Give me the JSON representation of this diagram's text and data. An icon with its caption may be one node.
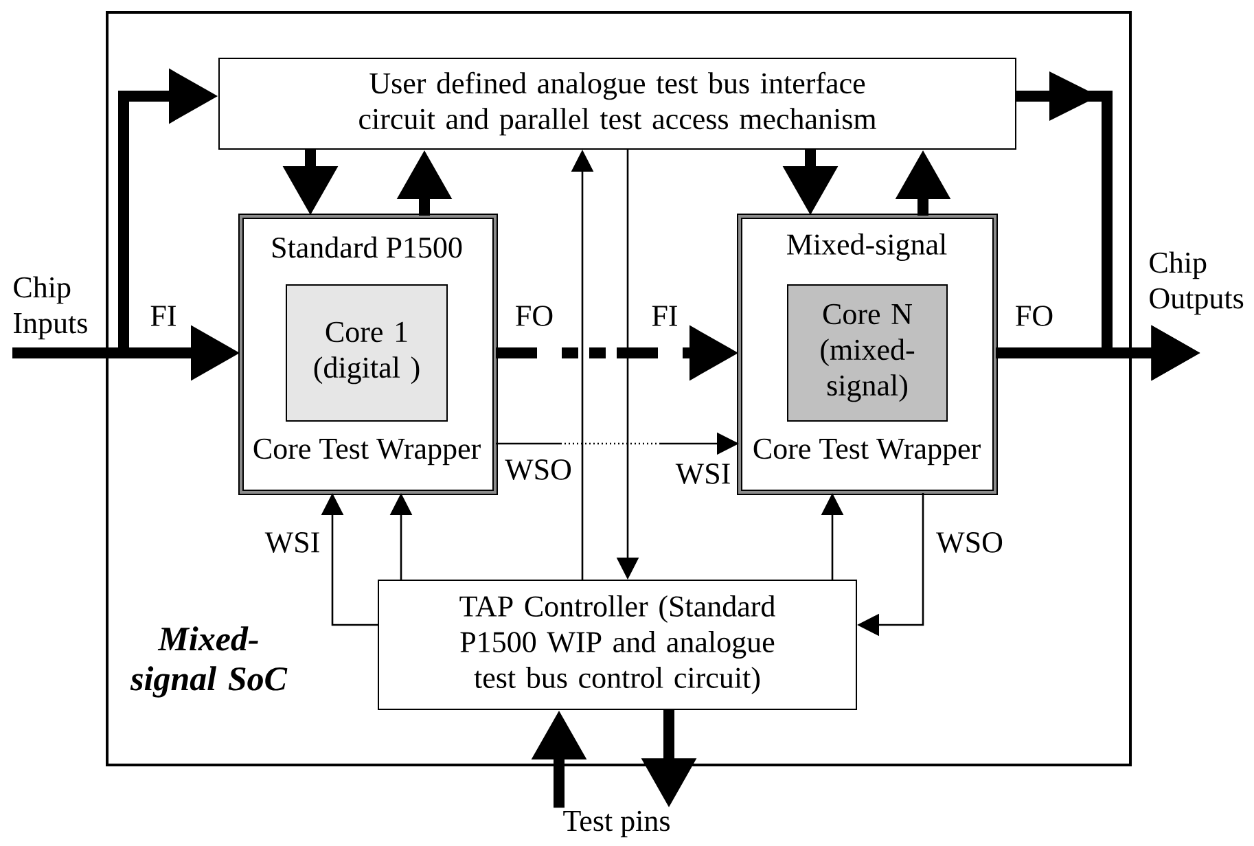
{
  "diagram": {
    "nodes": [
      {
        "text": [
          "Mixed-signal SoC"
        ]
      },
      {
        "text": [
          "User defined analogue test bus interface circuit and parallel test access mechanism"
        ],
        "in": 0
      },
      {
        "text": [
          "Standard P1500",
          "Core Test Wrapper"
        ],
        "in": 0
      },
      {
        "text": [
          "Core 1 (digital )"
        ],
        "in": 2
      },
      {
        "text": [
          "Mixed-signal",
          "Core Test Wrapper"
        ],
        "in": 0
      },
      {
        "text": [
          "Core N (mixed-signal)"
        ],
        "in": 4
      },
      {
        "text": [
          "TAP Controller (Standard P1500 WIP and analogue test bus control circuit)"
        ],
        "in": 0
      },
      {
        "text": [
          "Chip Inputs"
        ]
      },
      {
        "text": [
          "Chip Outputs"
        ]
      },
      {
        "text": [
          "Test pins"
        ]
      }
    ],
    "edges": [
      {
        "from": 7,
        "to": 2,
        "arrow": "to",
        "label": "FI"
      },
      {
        "from": 7,
        "to": 1,
        "arrow": "to"
      },
      {
        "from": 1,
        "to": 2,
        "arrow": "to"
      },
      {
        "from": 2,
        "to": 1,
        "arrow": "to"
      },
      {
        "from": 1,
        "to": 4,
        "arrow": "to"
      },
      {
        "from": 4,
        "to": 1,
        "arrow": "to"
      },
      {
        "from": 2,
        "to": 4,
        "arrow": "to",
        "label": "FO",
        "style": "dashed"
      },
      {
        "from": 4,
        "to": 8,
        "arrow": "to",
        "label": "FO"
      },
      {
        "from": 1,
        "to": 8,
        "arrow": "to"
      },
      {
        "from": 6,
        "to": 2,
        "arrow": "to",
        "label": "WSI"
      },
      {
        "from": 6,
        "to": 2,
        "arrow": "to"
      },
      {
        "from": 2,
        "to": 4,
        "arrow": "to",
        "label": "WSO",
        "style": "dashed"
      },
      {
        "from": 6,
        "to": 1,
        "arrow": "to"
      },
      {
        "from": 1,
        "to": 6,
        "arrow": "to"
      },
      {
        "from": 6,
        "to": 4,
        "arrow": "to"
      },
      {
        "from": 4,
        "to": 6,
        "arrow": "to",
        "label": "WSO"
      },
      {
        "from": 9,
        "to": 6,
        "arrow": "to"
      },
      {
        "from": 6,
        "to": 9,
        "arrow": "to"
      }
    ],
    "labels": [
      "FI",
      "WSI"
    ]
  }
}
